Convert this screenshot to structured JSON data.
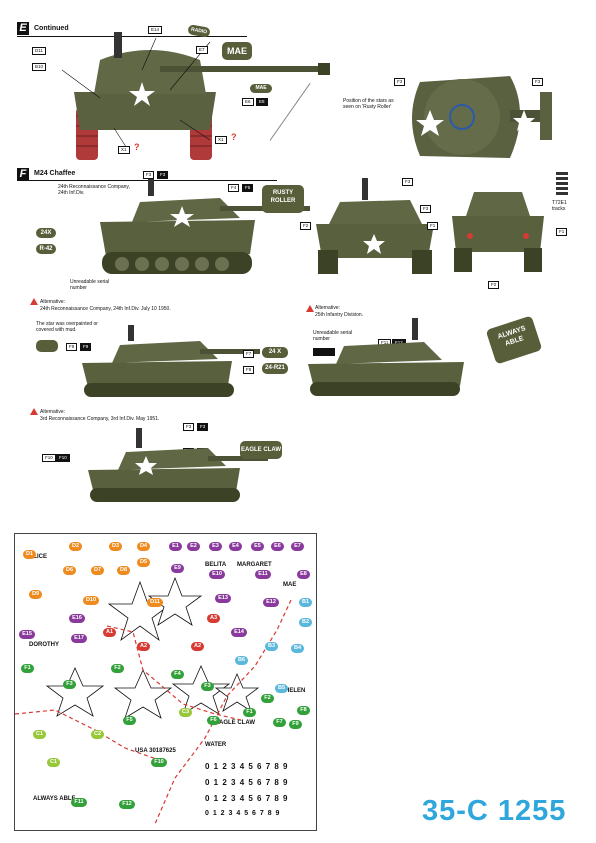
{
  "section_e": {
    "letter": "E",
    "title": "Continued",
    "tags": {
      "e14": "E14",
      "e7": "E7",
      "d11": "D11",
      "b10": "B10",
      "e6": "E6",
      "e8": "E8",
      "x1": "X1"
    },
    "plates": {
      "radio": "RADIO",
      "mae": "MAE",
      "mae_small": "MAE"
    },
    "stars_note": "Position of the stars as seen on 'Rusty Roller'",
    "f3a": "F3",
    "f3b": "F3"
  },
  "section_f": {
    "letter": "F",
    "title": "M24 Chaffee",
    "unit": "24th Reconnaissance Company, 24th Inf.Div.",
    "plate_24x": "24X",
    "plate_r42": "R-42",
    "serial_note": "Unreadable serial number",
    "rusty": "RUSTY ROLLER",
    "tags": {
      "f3": "F3",
      "f3b": "F3",
      "f4": "F4",
      "f5": "F5",
      "f3c": "F3",
      "f2": "F2",
      "f1": "F1",
      "f1b": "F1",
      "f2b": "F2"
    },
    "t72e1": "T72E1 tracks",
    "alt1_label": "Alternative:",
    "alt1_text": "24th Reconnaissance Company, 24th Inf.Div. July 10 1950.",
    "alt1_note": "The star was overpainted or covered with mud.",
    "alt1_tags": {
      "f9a": "F9",
      "f9b": "F9",
      "f7": "F7",
      "f8": "F8"
    },
    "alt1_plates": {
      "p1": "24 X",
      "p2": "24-R21"
    },
    "alt2_label": "Alternative:",
    "alt2_text": "25th Infantry Division.",
    "alt2_serial": "Unreadable serial number",
    "alt2_tags": {
      "f11": "F11",
      "f12": "F12"
    },
    "always_able": "ALWAYS ABLE",
    "alt3_label": "Alternative:",
    "alt3_text": "3rd Reconnaissance Company, 3rd Inf.Div. May 1951.",
    "alt3_tags": {
      "f3": "F3",
      "f3b": "F3",
      "f6a": "F6",
      "f6b": "F6",
      "f10a": "F10",
      "f10b": "F10"
    },
    "eagle_claw": "EAGLE CLAW"
  },
  "sheet": {
    "labels": [
      "D1",
      "D2",
      "D3",
      "D4",
      "E1",
      "E2",
      "E3",
      "E4",
      "E5",
      "E6",
      "E7",
      "D5",
      "D6",
      "D7",
      "D8",
      "E9",
      "E10",
      "E11",
      "E8",
      "D9",
      "D10",
      "D11",
      "E12",
      "B1",
      "E16",
      "E13",
      "A3",
      "E14",
      "B2",
      "E15",
      "E17",
      "A1",
      "A2",
      "A2",
      "B6",
      "B3",
      "B4",
      "F1",
      "F2",
      "F3",
      "F4",
      "F3",
      "F2",
      "F1",
      "B5",
      "C3",
      "F5",
      "F6",
      "F7",
      "F8",
      "C1",
      "C2",
      "F9",
      "F10",
      "F11",
      "F12",
      "C1"
    ],
    "texts": [
      "ALICE",
      "BELITA",
      "MARGARET",
      "MAE",
      "DOROTHY",
      "HELEN",
      "EAGLE CLAW",
      "WATER",
      "USA 30187625",
      "ALWAYS ABLE"
    ],
    "numbers": "0 1 2 3 4 5 6 7 8 9"
  },
  "product_code": "35-C 1255",
  "colors": {
    "olive": "#585e3a",
    "olive_dark": "#3c4226",
    "orange": "#ef8a1e",
    "purple": "#8a3a9c",
    "red": "#d63a32",
    "cyan": "#5bb8dd",
    "green": "#33a13a",
    "lime": "#97c83a",
    "accent": "#2fa7dc"
  }
}
